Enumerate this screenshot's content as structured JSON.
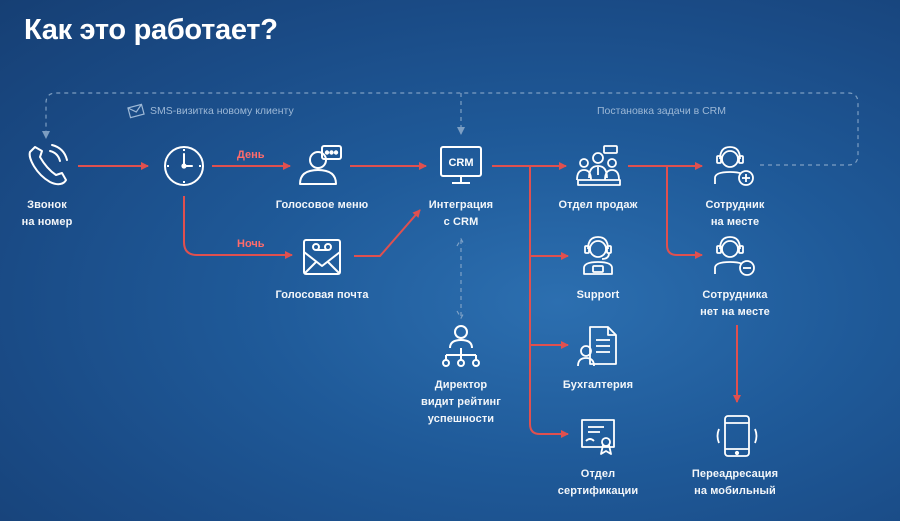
{
  "header": {
    "title": "Как это работает?"
  },
  "notes": {
    "sms": "SMS-визитка новому клиенту",
    "crm_task": "Постановка задачи в CRM"
  },
  "branches": {
    "day": "День",
    "night": "Ночь"
  },
  "nodes": {
    "call": [
      "Звонок",
      "на номер"
    ],
    "voice_menu": [
      "Голосовое меню"
    ],
    "voicemail": [
      "Голосовая почта"
    ],
    "crm": [
      "Интеграция",
      "с CRM"
    ],
    "director": [
      "Директор",
      "видит рейтинг",
      "успешности"
    ],
    "sales": [
      "Отдел продаж"
    ],
    "support": [
      "Support"
    ],
    "accounting": [
      "Бухгалтерия"
    ],
    "certification": [
      "Отдел",
      "сертификации"
    ],
    "employee_on": [
      "Сотрудник",
      "на месте"
    ],
    "employee_off": [
      "Сотрудника",
      "нет на месте"
    ],
    "forward": [
      "Переадресация",
      "на мобильный"
    ]
  },
  "icons": {
    "call": "phone-icon",
    "clock": "clock-icon",
    "voice_menu": "voice-menu-icon",
    "voicemail": "voicemail-envelope-icon",
    "crm": "crm-monitor-icon",
    "director": "org-chart-icon",
    "sales": "sales-team-icon",
    "support": "support-headset-icon",
    "accounting": "accounting-document-icon",
    "certification": "certificate-icon",
    "employee_on": "operator-plus-icon",
    "employee_off": "operator-minus-icon",
    "forward": "mobile-phone-icon"
  },
  "colors": {
    "arrow": "#e0504f",
    "icon": "#ffffff",
    "dashed": "#8eaccc",
    "branch_label": "#ff6b6b"
  }
}
